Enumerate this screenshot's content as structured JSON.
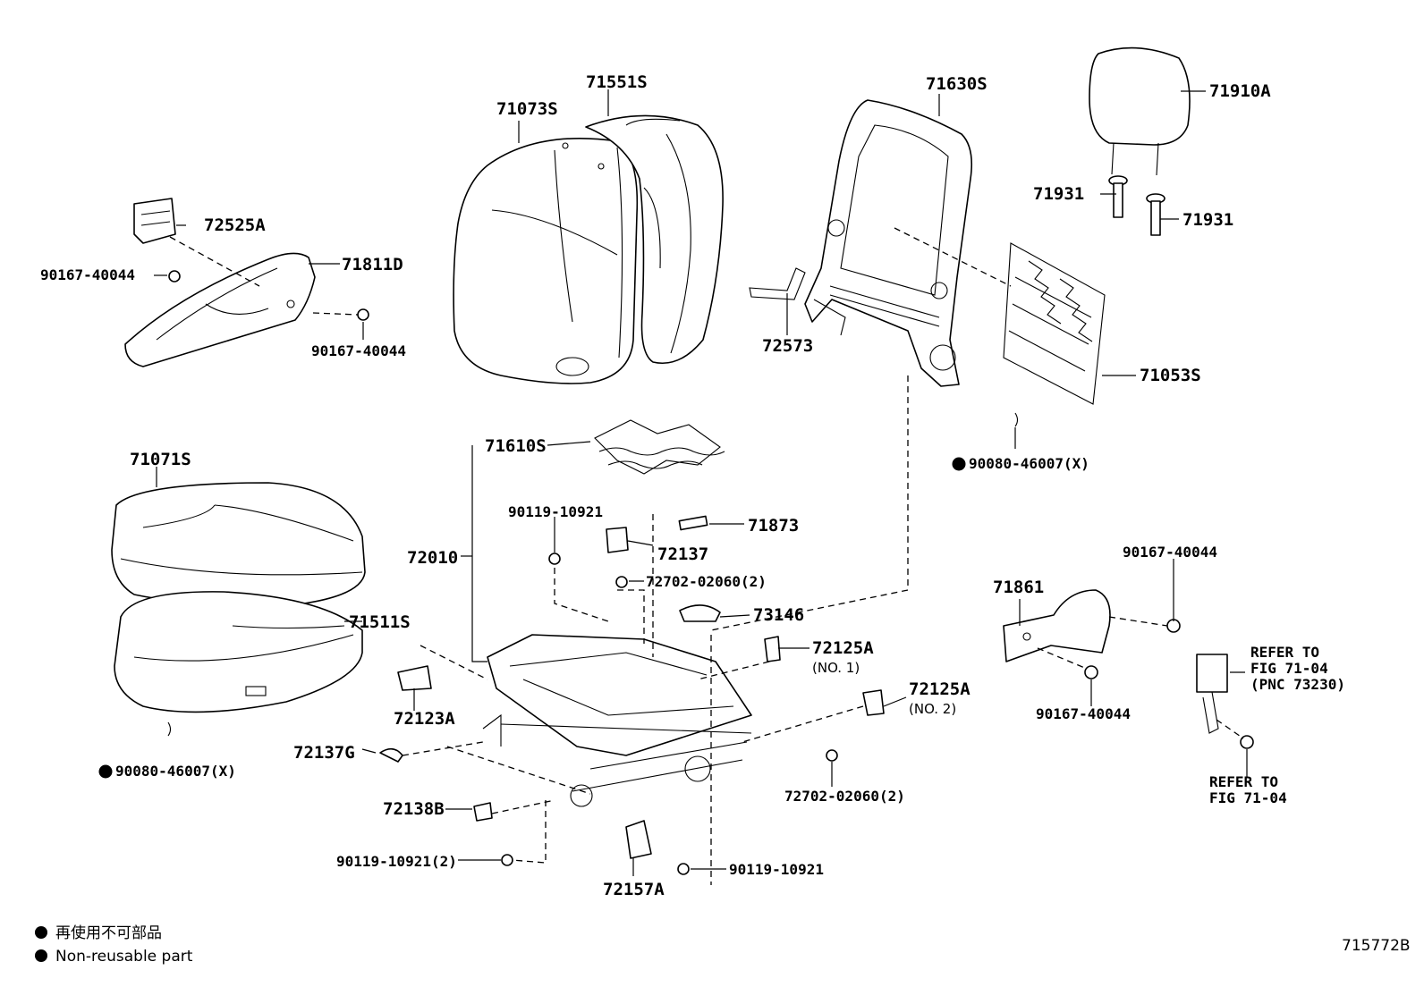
{
  "diagram": {
    "callouts": {
      "p72525A": "72525A",
      "p90167_40044_a": "90167-40044",
      "p71811D": "71811D",
      "p90167_40044_b": "90167-40044",
      "p71073S": "71073S",
      "p71551S": "71551S",
      "p71630S": "71630S",
      "p71910A": "71910A",
      "p71931_a": "71931",
      "p71931_b": "71931",
      "p72573": "72573",
      "p71053S": "71053S",
      "p90080_46007_a": "90080-46007(X)",
      "p71071S": "71071S",
      "p71610S": "71610S",
      "p90119_10921_a": "90119-10921",
      "p71873": "71873",
      "p72010": "72010",
      "p72137": "72137",
      "p72702_02060_a": "72702-02060(2)",
      "p73146": "73146",
      "p71511S": "71511S",
      "p72125A_1": "72125A",
      "p72125A_1_note": "(NO. 1)",
      "p72125A_2": "72125A",
      "p72125A_2_note": "(NO. 2)",
      "p72123A": "72123A",
      "p72137G": "72137G",
      "p90080_46007_b": "90080-46007(X)",
      "p72138B": "72138B",
      "p72702_02060_b": "72702-02060(2)",
      "p90119_10921_b": "90119-10921(2)",
      "p72157A": "72157A",
      "p90119_10921_c": "90119-10921",
      "p71861": "71861",
      "p90167_40044_c": "90167-40044",
      "p90167_40044_d": "90167-40044",
      "refer1_l1": "REFER TO",
      "refer1_l2": "FIG 71-04",
      "refer1_l3": "(PNC 73230)",
      "refer2_l1": "REFER TO",
      "refer2_l2": "FIG 71-04"
    },
    "legend": {
      "line_ja": "再使用不可部品",
      "line_en": "Non-reusable part"
    },
    "figure_code": "715772B"
  }
}
